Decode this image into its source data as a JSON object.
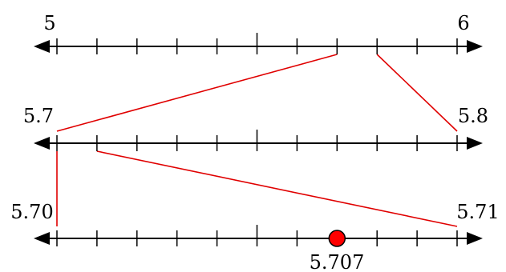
{
  "number_lines": [
    {
      "name": "line-5-to-6",
      "start_label": "5",
      "end_label": "6",
      "start": 5,
      "end": 6,
      "divisions": 10
    },
    {
      "name": "line-5.7-to-5.8",
      "start_label": "5.7",
      "end_label": "5.8",
      "start": 5.7,
      "end": 5.8,
      "divisions": 10
    },
    {
      "name": "line-5.70-to-5.71",
      "start_label": "5.70",
      "end_label": "5.71",
      "start": 5.7,
      "end": 5.71,
      "divisions": 10
    }
  ],
  "zooms": [
    {
      "from_line": 0,
      "from_start": 5.7,
      "from_end": 5.8,
      "to_line": 1
    },
    {
      "from_line": 1,
      "from_start": 5.7,
      "from_end": 5.71,
      "to_line": 2
    }
  ],
  "marked_point": {
    "line": 2,
    "value": 5.707,
    "label": "5.707",
    "color": "#ff0000"
  },
  "colors": {
    "line": "#000000",
    "zoom": "#e00000"
  }
}
